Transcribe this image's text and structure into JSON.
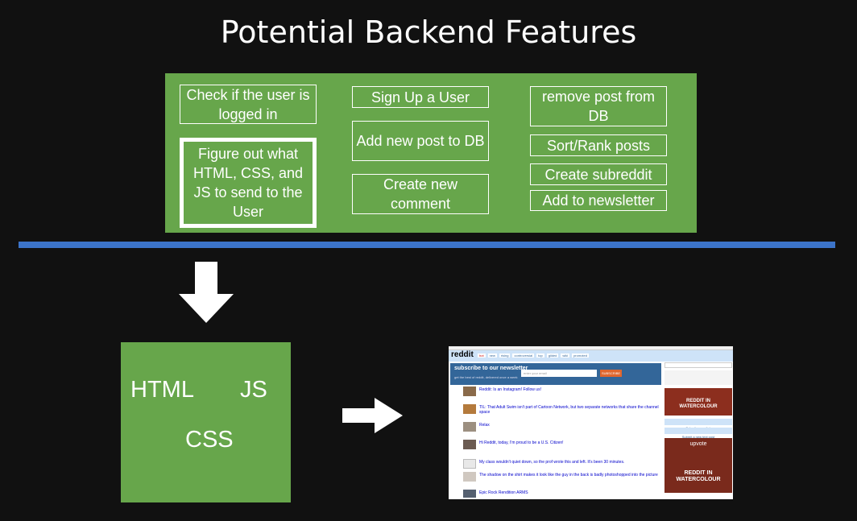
{
  "title": "Potential Backend Features",
  "features": {
    "col1": [
      "Check if the user is logged in",
      "Figure out what HTML, CSS, and JS to send to the User"
    ],
    "col2": [
      "Sign Up a User",
      "Add new post to DB",
      "Create new comment"
    ],
    "col3": [
      "remove post from DB",
      "Sort/Rank posts",
      "Create subreddit",
      "Add to newsletter"
    ]
  },
  "tech": {
    "html": "HTML",
    "js": "JS",
    "css": "CSS"
  },
  "screenshot": {
    "logo": "reddit",
    "tabs": [
      "hot",
      "new",
      "rising",
      "controversial",
      "top",
      "gilded",
      "wiki",
      "promoted"
    ],
    "newsletter_heading": "subscribe to our newsletter",
    "newsletter_sub": "get the best of reddit, delivered once a week",
    "email_placeholder": "enter your email",
    "subscribe_button": "SUBSCRIBE",
    "posts": [
      "Reddit: Is an Instagram! Follow us!",
      "TIL: That Adult Swim isn't part of Cartoon Network, but two separate networks that share the channel space",
      "Relax",
      "Hi Reddit, today, I'm proud to be a U.S. Citizen!",
      "My class wouldn't quiet down, so the prof wrote this and left. It's been 30 minutes.",
      "The shadow on the shirt makes it look like the guy in the back is badly photoshopped into the picture",
      "Epic Rock Rendition ARMS"
    ],
    "ad_text": "REDDIT IN WATERCOLOUR",
    "ad_brand": "upvote",
    "submit_link": "Submit a new link",
    "submit_text": "Submit a new text post"
  },
  "colors": {
    "background": "#111111",
    "green": "#67a64b",
    "blue_rule": "#3c74c9",
    "reddit_header": "#cee3f8",
    "newsletter": "#336699"
  }
}
